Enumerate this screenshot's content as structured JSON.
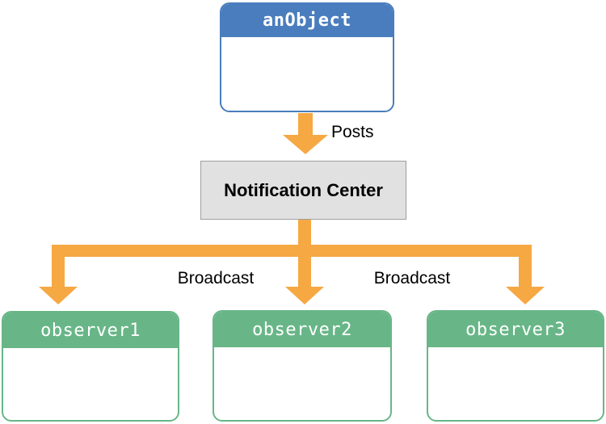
{
  "colors": {
    "blue": "#4A7DBD",
    "green": "#68B687",
    "orange": "#F6A843",
    "gray_fill": "#E1E1E1",
    "gray_border": "#9E9E9E",
    "label_text": "#000000",
    "box_body": "#FFFFFF"
  },
  "boxes": {
    "an_object": {
      "title": "anObject"
    },
    "notification_center": {
      "title": "Notification Center"
    },
    "observers": [
      {
        "title": "observer1"
      },
      {
        "title": "observer2"
      },
      {
        "title": "observer3"
      }
    ]
  },
  "labels": {
    "posts": "Posts",
    "broadcast_left": "Broadcast",
    "broadcast_right": "Broadcast"
  }
}
